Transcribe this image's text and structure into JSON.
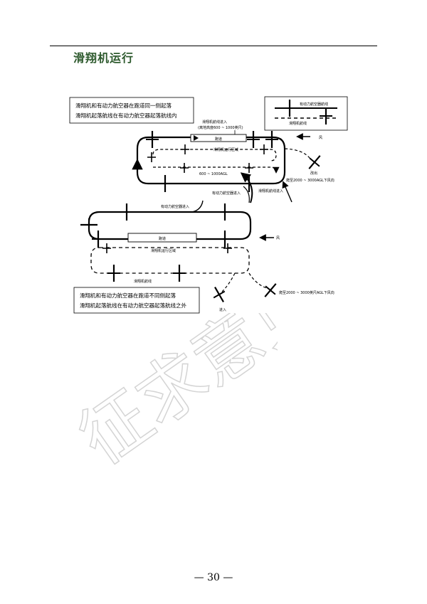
{
  "header": {
    "title": "滑翔机运行"
  },
  "diagram": {
    "top_note_line1": "滑翔机和有动力航空器在跑道同一侧起落",
    "top_note_line2": "滑翔机起落航线在有动力航空器起落航线内",
    "legend_powered": "有动力航空器航线",
    "legend_glider": "滑翔机航线",
    "glider_entry_label": "滑翔机航线进入",
    "glider_entry_alt": "(离地高度600 ~ 1000英尺)",
    "runway_label": "跑道",
    "glider_area_label": "滑翔机运行区域",
    "wind_label": "风",
    "alt_agl_label": "600 ~ 1000AGL",
    "go_around_label": "改出",
    "climb_label": "爬至2000 ~ 3000AGL下风向",
    "powered_entry_label": "有动力航空器进入",
    "glider_pattern_entry_label": "滑翔机航线进入",
    "bottom_powered_entry_label": "有动力航空器进入",
    "bottom_runway_label": "跑道",
    "bottom_wind_label": "风",
    "bottom_glider_area_label": "滑翔机运行区域",
    "bottom_glider_pattern_label": "滑翔机航线",
    "bottom_climb_label": "爬至2000 ~ 3000英尺AGL下风向",
    "bottom_entry_label": "进入",
    "bottom_note_line1": "滑翔机和有动力航空器在跑道不同侧起落",
    "bottom_note_line2": "滑翔机起落航线在有动力航空器起落航线之外"
  },
  "watermark": {
    "text": "征求意见"
  },
  "footer": {
    "page_number": "— 30 —"
  }
}
